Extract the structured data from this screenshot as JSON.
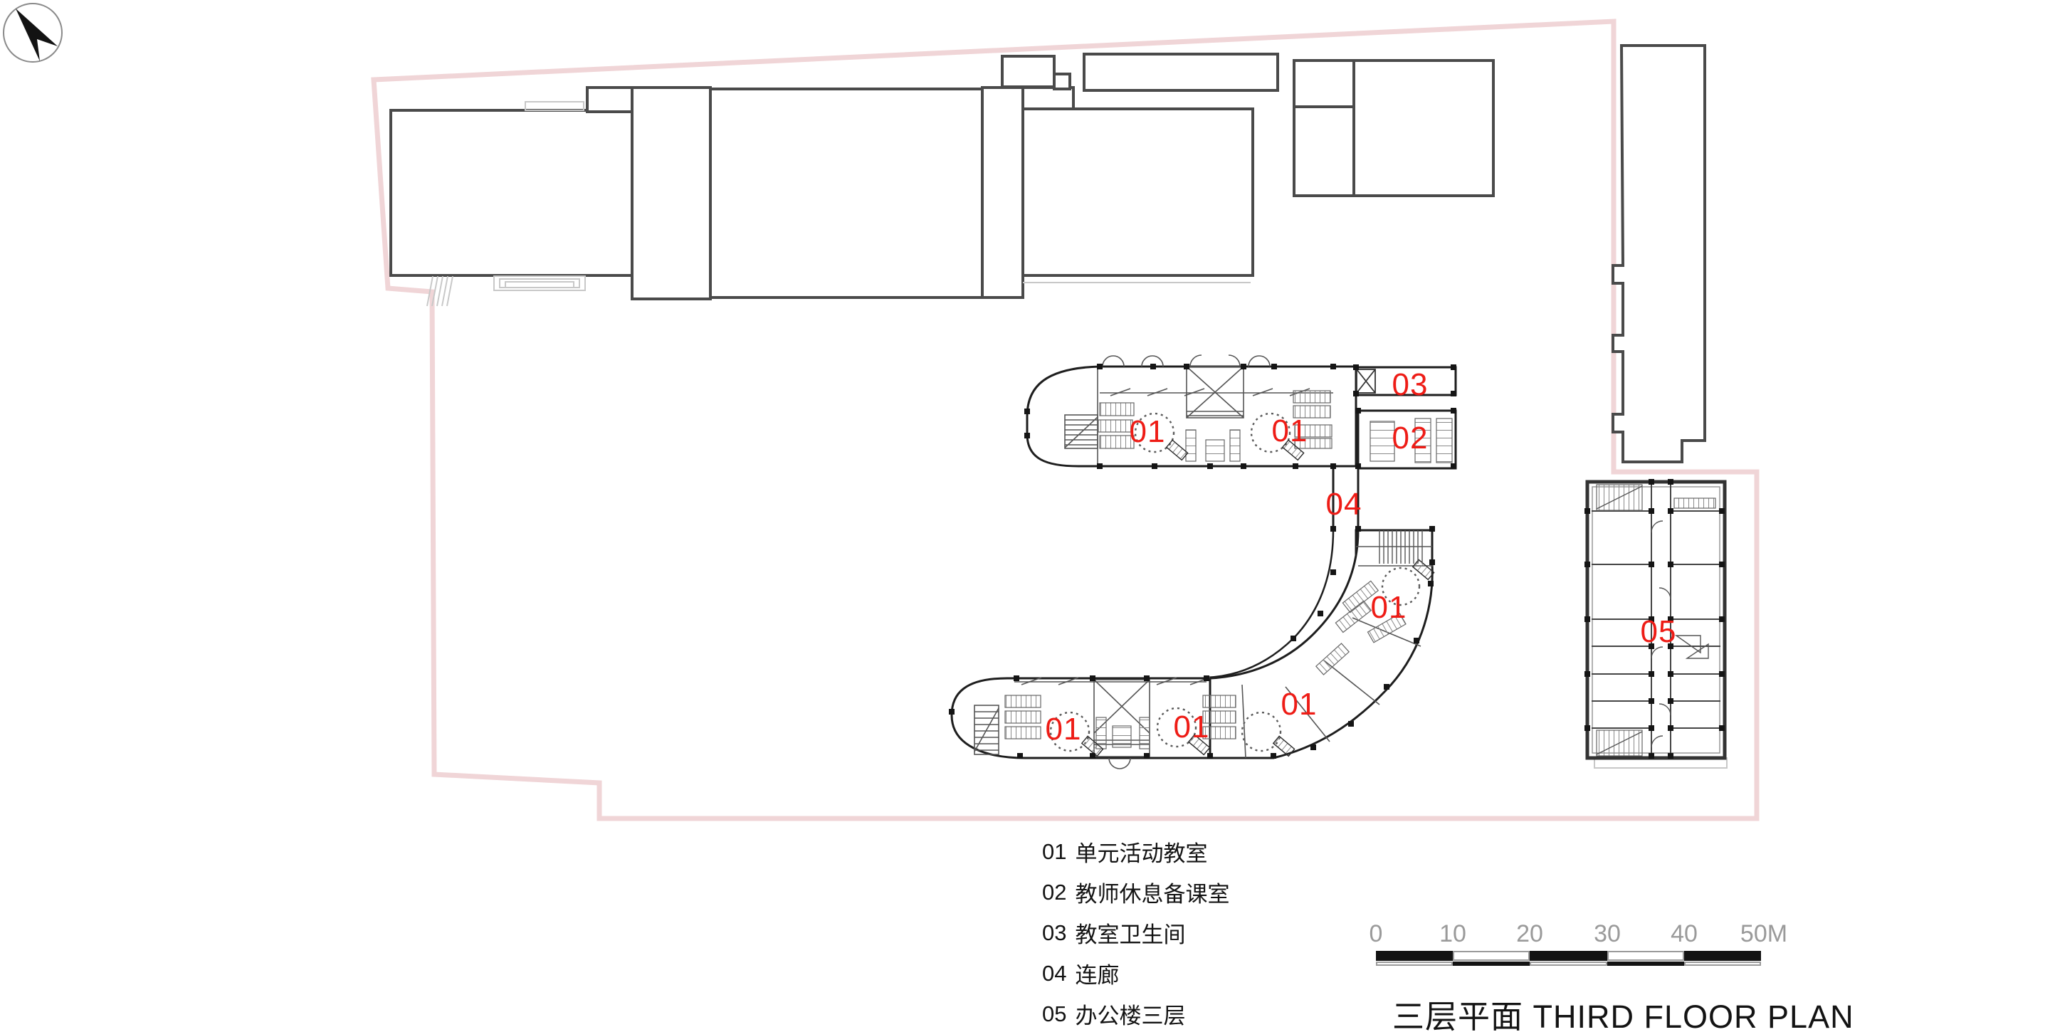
{
  "title": {
    "zh": "三层平面",
    "en": "THIRD FLOOR PLAN"
  },
  "legend": {
    "items": [
      {
        "code": "01",
        "label": "单元活动教室"
      },
      {
        "code": "02",
        "label": "教师休息备课室"
      },
      {
        "code": "03",
        "label": "教室卫生间"
      },
      {
        "code": "04",
        "label": "连廊"
      },
      {
        "code": "05",
        "label": "办公楼三层"
      }
    ]
  },
  "plan_labels": [
    {
      "text": "01"
    },
    {
      "text": "01"
    },
    {
      "text": "03"
    },
    {
      "text": "02"
    },
    {
      "text": "04"
    },
    {
      "text": "01"
    },
    {
      "text": "01"
    },
    {
      "text": "01"
    },
    {
      "text": "01"
    },
    {
      "text": "05"
    }
  ],
  "scale_bar": {
    "ticks": [
      "0",
      "10",
      "20",
      "30",
      "40",
      "50M"
    ]
  },
  "north_arrow": {
    "icon": "compass-needle-pointing-northwest"
  },
  "colors": {
    "annotation_red": "#ee1c16",
    "site_boundary_pink": "#f0d5d7",
    "context_building_gray": "#4a4a4a",
    "plan_line_black": "#1e1e1e",
    "scale_text_gray": "#9a9a9a",
    "text_black": "#131313"
  }
}
